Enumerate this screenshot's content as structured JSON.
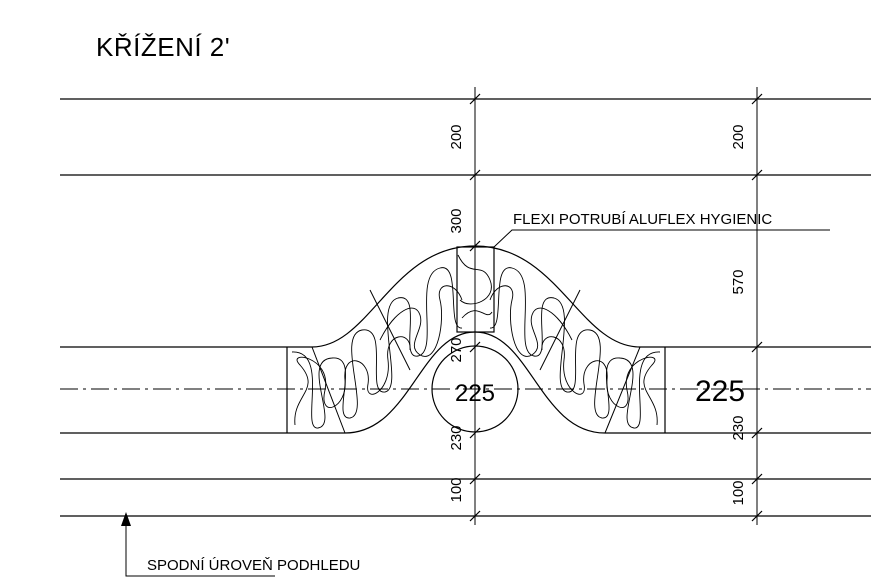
{
  "title": "KŘÍŽENÍ 2'",
  "dimensions": {
    "left_top": "200",
    "left_mid": "300",
    "left_270": "270",
    "left_230": "230",
    "left_bottom": "100",
    "right_top": "200",
    "right_mid": "570",
    "right_230": "230",
    "right_bottom": "100"
  },
  "duct_labels": {
    "circle_duct": "225",
    "right_duct": "225"
  },
  "annotations": {
    "flexi_label": "FLEXI POTRUBÍ ALUFLEX HYGIENIC",
    "bottom_label": "SPODNÍ ÚROVEŇ PODHLEDU"
  }
}
